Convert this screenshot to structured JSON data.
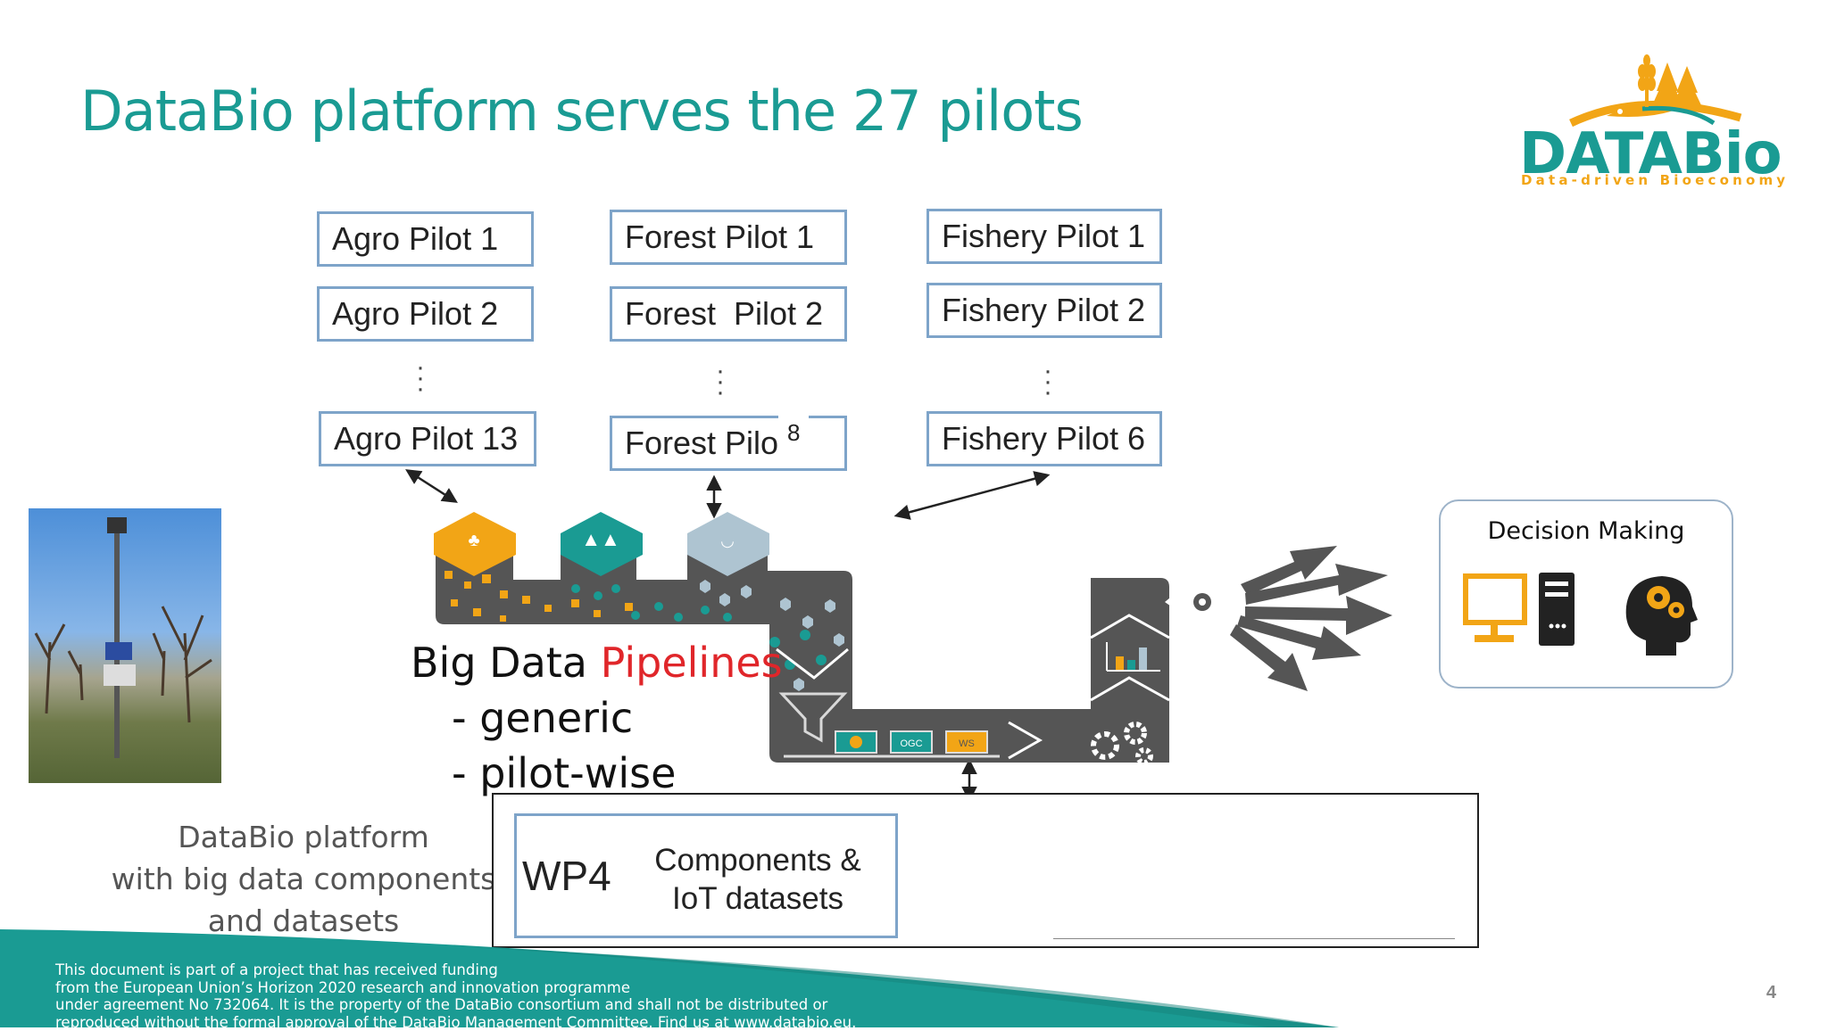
{
  "slide": {
    "title": "DataBio platform serves the 27 pilots",
    "page_number": "4",
    "logo": {
      "word": "DATABio",
      "tagline": "Data-driven Bioeconomy"
    },
    "pilots": {
      "agro": [
        "Agro Pilot 1",
        "Agro Pilot 2",
        "Agro Pilot 13"
      ],
      "forest": [
        "Forest Pilot 1",
        "Forest  Pilot 2",
        "Forest Pilot"
      ],
      "forest_superscript": "8",
      "fishery": [
        "Fishery Pilot 1",
        "Fishery Pilot 2",
        "Fishery Pilot 6"
      ]
    },
    "pipeline": {
      "label_prefix": "Big Data ",
      "label_highlight": "Pipelines",
      "bullets": [
        "- generic",
        "- pilot-wise"
      ],
      "module_labels": [
        "OGC",
        "WS"
      ]
    },
    "decision_making": "Decision Making",
    "platform_caption": [
      "DataBio platform",
      "with big data components",
      "and datasets"
    ],
    "wp4": {
      "id": "WP4",
      "lines": [
        "Components &",
        "IoT datasets"
      ]
    },
    "footer": [
      "This document is part of a project that has received funding",
      "from the European Union’s Horizon 2020 research and innovation programme",
      "under agreement No 732064. It is the property of the DataBio consortium and shall not be distributed or",
      "reproduced without the formal approval of the DataBio Management Committee. Find us at www.databio.eu."
    ],
    "colors": {
      "teal": "#1a9b93",
      "red": "#e0262a",
      "orange": "#f2a516",
      "dark_gray": "#555555",
      "box_border": "#7ea4c9"
    }
  }
}
